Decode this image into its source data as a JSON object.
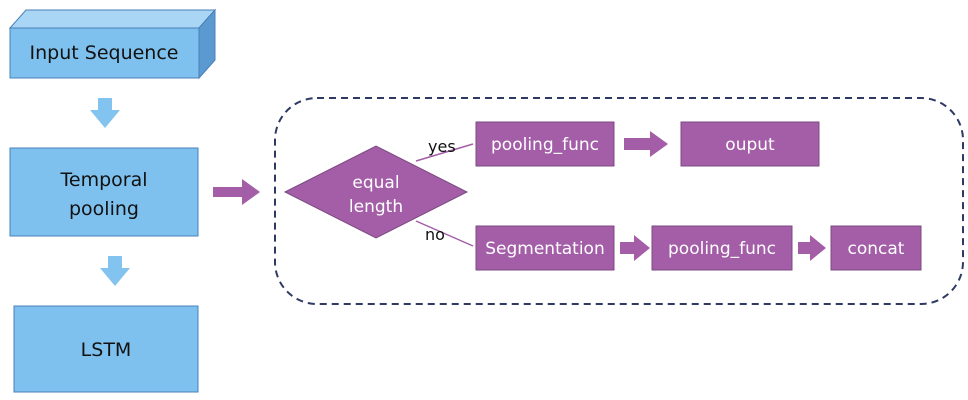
{
  "colors": {
    "blue_fill": "#7fc1ee",
    "blue_side": "#5a9ad0",
    "blue_stroke": "#4a80b8",
    "light_blue_arrow": "#82c3ef",
    "purple_fill": "#a45ea8",
    "purple_stroke": "#7c4a82",
    "dashed_border": "#2f3a64"
  },
  "nodes": {
    "input_sequence": "Input Sequence",
    "temporal_pooling_line1": "Temporal",
    "temporal_pooling_line2": "pooling",
    "lstm": "LSTM",
    "decision_line1": "equal",
    "decision_line2": "length",
    "pooling_func_yes": "pooling_func",
    "output": "ouput",
    "segmentation": "Segmentation",
    "pooling_func_no": "pooling_func",
    "concat": "concat"
  },
  "edges": {
    "yes_label": "yes",
    "no_label": "no"
  }
}
